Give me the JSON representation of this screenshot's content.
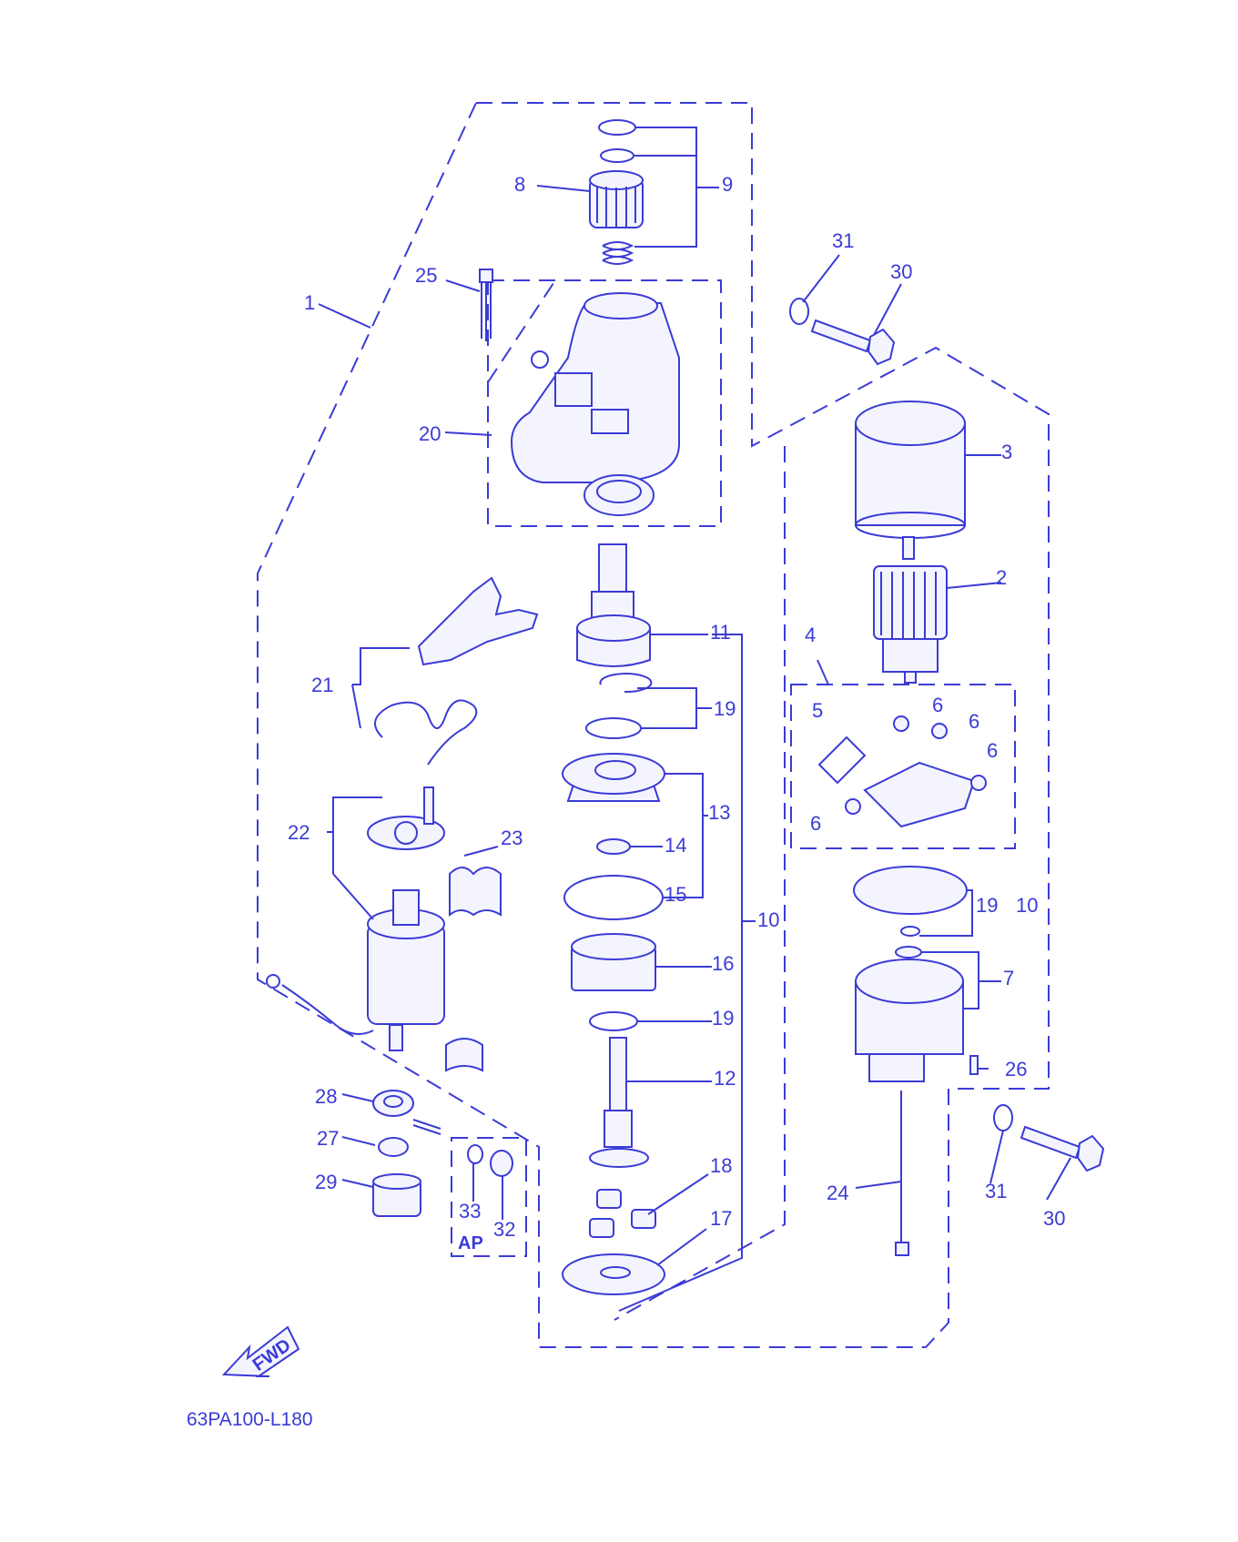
{
  "diagram_code": "63PA100-L180",
  "fwd_label": "FWD",
  "ap_label": "AP",
  "colors": {
    "line": "#3b3bd6",
    "background": "#ffffff"
  },
  "callouts": {
    "c1": "1",
    "c2": "2",
    "c3": "3",
    "c4": "4",
    "c5": "5",
    "c6a": "6",
    "c6b": "6",
    "c6c": "6",
    "c6d": "6",
    "c7": "7",
    "c8": "8",
    "c9": "9",
    "c10a": "10",
    "c10b": "10",
    "c11": "11",
    "c12": "12",
    "c13": "13",
    "c14": "14",
    "c15": "15",
    "c16": "16",
    "c17": "17",
    "c18": "18",
    "c19a": "19",
    "c19b": "19",
    "c19c": "19",
    "c20": "20",
    "c21": "21",
    "c22": "22",
    "c23": "23",
    "c24": "24",
    "c25": "25",
    "c26": "26",
    "c27": "27",
    "c28": "28",
    "c29": "29",
    "c30a": "30",
    "c30b": "30",
    "c31a": "31",
    "c31b": "31",
    "c32": "32",
    "c33": "33"
  }
}
